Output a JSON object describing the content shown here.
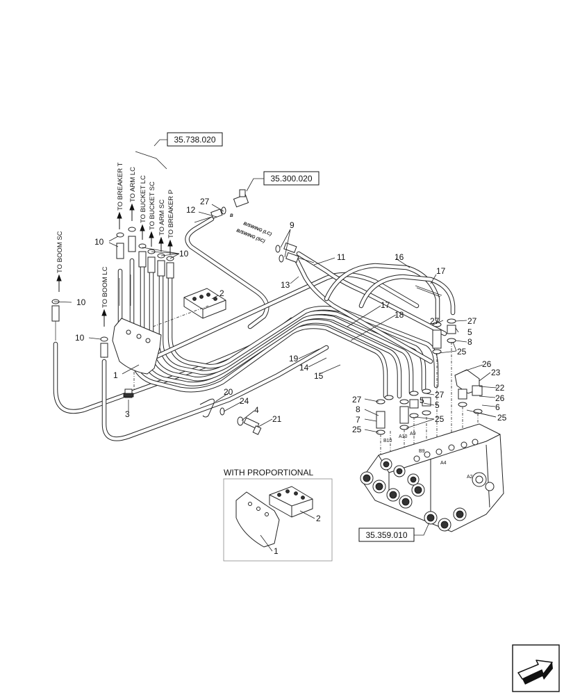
{
  "references": {
    "ref_1": "35.738.020",
    "ref_2": "35.300.020",
    "ref_3": "35.359.010"
  },
  "destinations": {
    "boom_sc": "TO BOOM SC",
    "boom_lc": "TO BOOM LC",
    "breaker_t": "TO BREAKER T",
    "arm_lc": "TO ARM LC",
    "bucket_lc": "TO BUCKET LC",
    "bucket_sc": "TO BUCKET SC",
    "arm_sc": "TO ARM SC",
    "breaker_p": "TO BREAKER P"
  },
  "hose_labels": {
    "swing_lc": "B/SWING (LC)",
    "swing_sc": "B/SWING (SC)",
    "port_b": "B"
  },
  "ports": {
    "b10": "B10",
    "a10": "A10",
    "a9": "A9",
    "b9": "B9",
    "a4": "A4",
    "a2": "A2"
  },
  "inset": {
    "title": "WITH PROPORTIONAL",
    "label_1": "1",
    "label_2": "2"
  },
  "callouts": {
    "c1": "1",
    "c2": "2",
    "c3": "3",
    "c4": "4",
    "c5a": "5",
    "c5b": "5",
    "c5c": "5",
    "c6": "6",
    "c7": "7",
    "c8a": "8",
    "c8b": "8",
    "c9": "9",
    "c10a": "10",
    "c10b": "10",
    "c10c": "10",
    "c10d": "10",
    "c11": "11",
    "c12": "12",
    "c13": "13",
    "c14": "14",
    "c15": "15",
    "c16": "16",
    "c17a": "17",
    "c17b": "17",
    "c18": "18",
    "c19": "19",
    "c20": "20",
    "c21": "21",
    "c22": "22",
    "c23": "23",
    "c24": "24",
    "c25a": "25",
    "c25b": "25",
    "c25c": "25",
    "c25d": "25",
    "c26a": "26",
    "c26b": "26",
    "c27a": "27",
    "c27b": "27",
    "c27c": "27",
    "c27d": "27",
    "c27e": "27"
  },
  "nav": {
    "icon": "next-page-arrow-icon"
  }
}
